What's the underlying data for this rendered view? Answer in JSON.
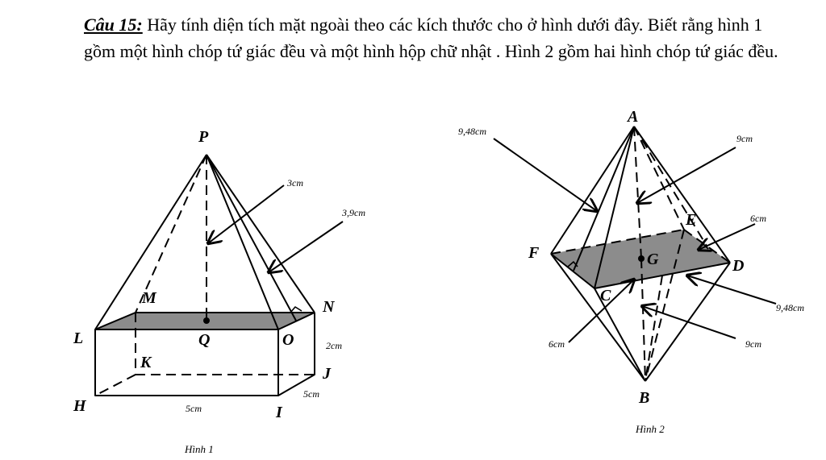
{
  "question": {
    "label": "Câu 15:",
    "text": " Hãy tính diện tích mặt ngoài theo các kích thước cho ở hình dưới đây. Biết rằng hình 1 gồm một hình chóp tứ giác đều và  một hình hộp chữ nhật . Hình 2 gồm hai hình chóp tứ giác đều."
  },
  "figure1": {
    "caption": "Hình 1",
    "points": {
      "P": "P",
      "M": "M",
      "N": "N",
      "L": "L",
      "O": "O",
      "Q": "Q",
      "K": "K",
      "J": "J",
      "H": "H",
      "I": "I"
    },
    "dims": {
      "slant_inner": "3cm",
      "slant_outer": "3,9cm",
      "height": "2cm",
      "width": "5cm",
      "length": "5cm"
    }
  },
  "figure2": {
    "caption": "Hình 2",
    "points": {
      "A": "A",
      "E": "E",
      "F": "F",
      "G": "G",
      "D": "D",
      "C": "C",
      "B": "B"
    },
    "dims": {
      "top_edge": "9,48cm",
      "top_height": "9cm",
      "base_side_top": "6cm",
      "bottom_edge": "9,48cm",
      "bottom_height": "9cm",
      "base_side_bottom": "6cm"
    }
  }
}
